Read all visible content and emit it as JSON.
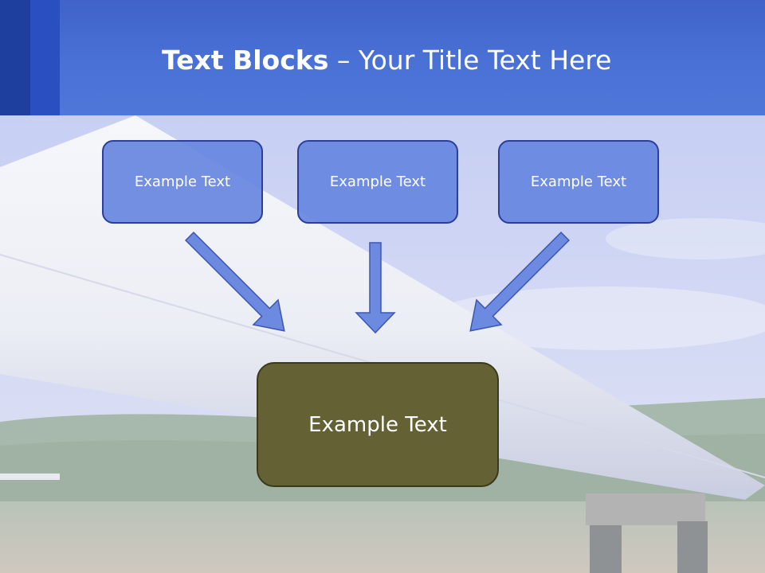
{
  "slide": {
    "title_bold": "Text Blocks",
    "title_rest": " – Your Title Text Here"
  },
  "blocks": [
    {
      "label": "Example Text"
    },
    {
      "label": "Example Text"
    },
    {
      "label": "Example Text"
    }
  ],
  "result_block": {
    "label": "Example Text"
  },
  "colors": {
    "header": "#4a71d6",
    "block_fill": "#6484df",
    "block_border": "#2b3f9a",
    "result_fill": "#646235",
    "arrow_fill": "#6b8ae0"
  }
}
